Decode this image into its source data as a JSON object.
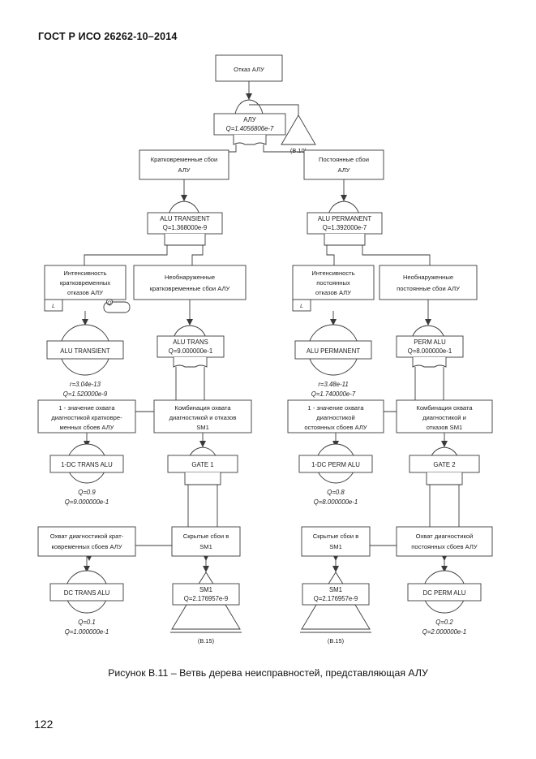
{
  "document": {
    "header": "ГОСТ Р ИСО 26262-10–2014",
    "page_number": "122",
    "figure_caption": "Рисунок В.11 –  Ветвь дерева неисправностей, представляющая АЛУ"
  },
  "diagram": {
    "type": "fault-tree",
    "top_event": {
      "label": "Отказ АЛУ"
    },
    "transfer_in": {
      "label": "(В.10)"
    },
    "nodes": {
      "alu_gate": {
        "code": "АЛУ",
        "value": "Q=1.4056806e-7"
      },
      "transient_event": {
        "label": "Кратковременные сбои\nАЛУ",
        "line1": "Кратковременные сбои",
        "line2": "АЛУ"
      },
      "permanent_event": {
        "label": "Постоянные сбои\nАЛУ",
        "line1": "Постоянные сбои",
        "line2": "АЛУ"
      },
      "alu_transient_gate": {
        "code": "ALU TRANSIENT",
        "value": "Q=1.368000e-9"
      },
      "alu_permanent_gate": {
        "code": "ALU PERMANENT",
        "value": "Q=1.392000e-7"
      },
      "intensity_transient": {
        "line1": "Интенсивность",
        "line2": "кратковременных",
        "line3": "отказов АЛУ",
        "tag_left": "L",
        "tag_right": "Q"
      },
      "undetected_transient": {
        "line1": "Необнаруженные",
        "line2": "кратковременные сбои АЛУ"
      },
      "intensity_permanent": {
        "line1": "Интенсивность",
        "line2": "постоянных",
        "line3": "отказов АЛУ",
        "tag_left": "L"
      },
      "undetected_permanent": {
        "line1": "Необнаруженные",
        "line2": "постоянные сбои АЛУ"
      },
      "basic_alu_transient": {
        "code": "ALU TRANSIENT",
        "rate": "r=3.04e-13",
        "value": "Q=1.520000e-9"
      },
      "basic_alu_permanent": {
        "code": "ALU PERMANENT",
        "rate": "r=3.48e-11",
        "value": "Q=1.740000e-7"
      },
      "alu_trans_gate": {
        "code": "ALU TRANS",
        "value": "Q=9.000000e-1"
      },
      "perm_alu_gate": {
        "code": "PERM ALU",
        "value": "Q=8.000000e-1"
      },
      "dc_complement_transient": {
        "line1": "1 - значение охвата",
        "line2": "диагностикой  кратковре-",
        "line3": "менных сбоев АЛУ"
      },
      "combination_transient": {
        "line1": "Комбинация охвата",
        "line2": "диагностикой  и отказов",
        "line3": "SM1"
      },
      "dc_complement_permanent": {
        "line1": "1 - значение охвата",
        "line2": "диагностикой",
        "line3": "остоянных сбоев АЛУ"
      },
      "combination_permanent": {
        "line1": "Комбинация охвата",
        "line2": "диагностикой  и",
        "line3": "отказов SM1"
      },
      "basic_1dc_trans": {
        "code": "1-DC TRANS ALU",
        "prob": "Q=0.9",
        "value": "Q=9.000000e-1"
      },
      "basic_1dc_perm": {
        "code": "1-DC PERM ALU",
        "prob": "Q=0.8",
        "value": "Q=8.000000e-1"
      },
      "gate1": {
        "code": "GATE 1"
      },
      "gate2": {
        "code": "GATE 2"
      },
      "dc_transient": {
        "line1": "Охват диагностикой  крат-",
        "line2": "ковременных сбоев АЛУ"
      },
      "hidden_sm1_left": {
        "line1": "Скрытые сбои в",
        "line2": "SM1"
      },
      "hidden_sm1_right": {
        "line1": "Скрытые сбои в",
        "line2": "SM1"
      },
      "dc_permanent": {
        "line1": "Охват диагностикой",
        "line2": "постоянных сбоев АЛУ"
      },
      "basic_dc_trans": {
        "code": "DC TRANS ALU",
        "prob": "Q=0.1",
        "value": "Q=1.000000e-1"
      },
      "basic_dc_perm": {
        "code": "DC PERM ALU",
        "prob": "Q=0.2",
        "value": "Q=2.000000e-1"
      },
      "sm1_left": {
        "code": "SM1",
        "value": "Q=2.176957e-9",
        "transfer": "(В.15)"
      },
      "sm1_right": {
        "code": "SM1",
        "value": "Q=2.176957e-9",
        "transfer": "(В.15)"
      }
    }
  }
}
